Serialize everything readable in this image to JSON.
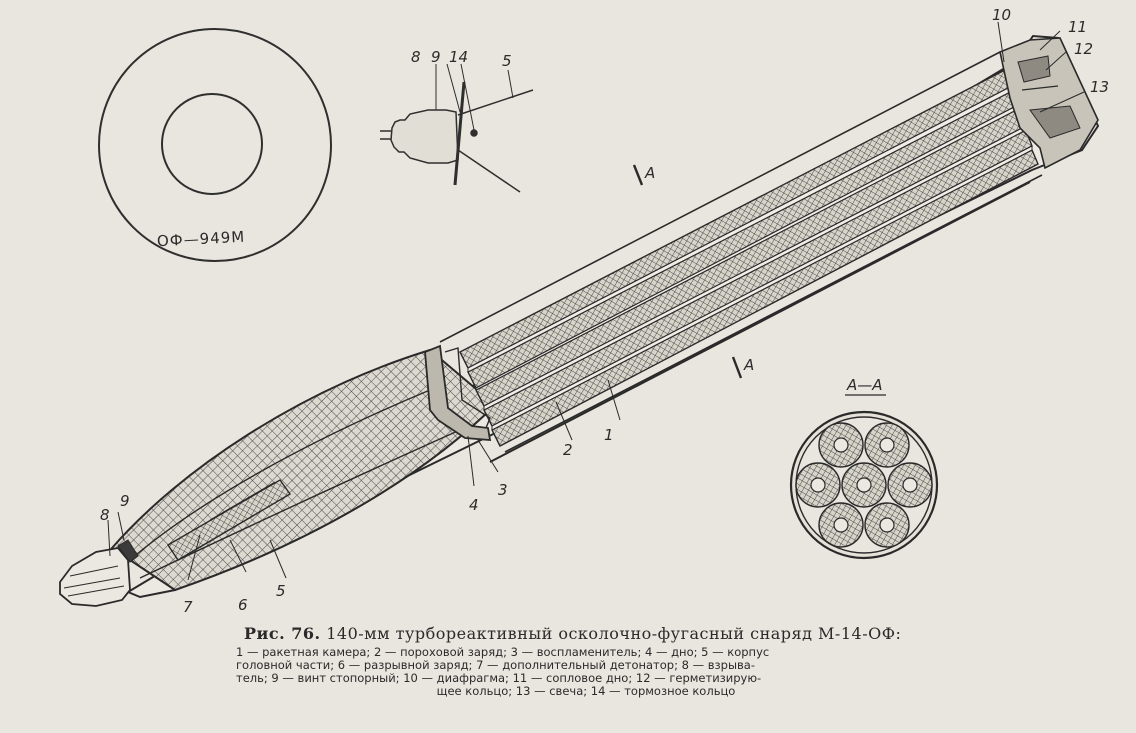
{
  "disc_label": "ОФ—949М",
  "section_label": "А—А",
  "section_marker": "А",
  "part_numbers": [
    "1",
    "2",
    "3",
    "4",
    "5",
    "6",
    "7",
    "8",
    "9",
    "10",
    "11",
    "12",
    "13",
    "14"
  ],
  "caption": {
    "fig_prefix": "Рис. 76.",
    "title": "140-мм турбореактивный осколочно-фугасный снаряд М-14-ОФ:",
    "legend_line1": "1 — ракетная камера; 2 — пороховой заряд; 3 — воспламенитель; 4 — дно; 5 — корпус",
    "legend_line2": "головной части; 6 — разрывной заряд; 7 — дополнительный детонатор; 8 — взрыва-",
    "legend_line3": "тель; 9 — винт стопорный; 10 — диафрагма; 11 — сопловое дно; 12 — герметизирую-",
    "legend_line4": "щее кольцо; 13 — свеча; 14 — тормозное кольцо"
  }
}
